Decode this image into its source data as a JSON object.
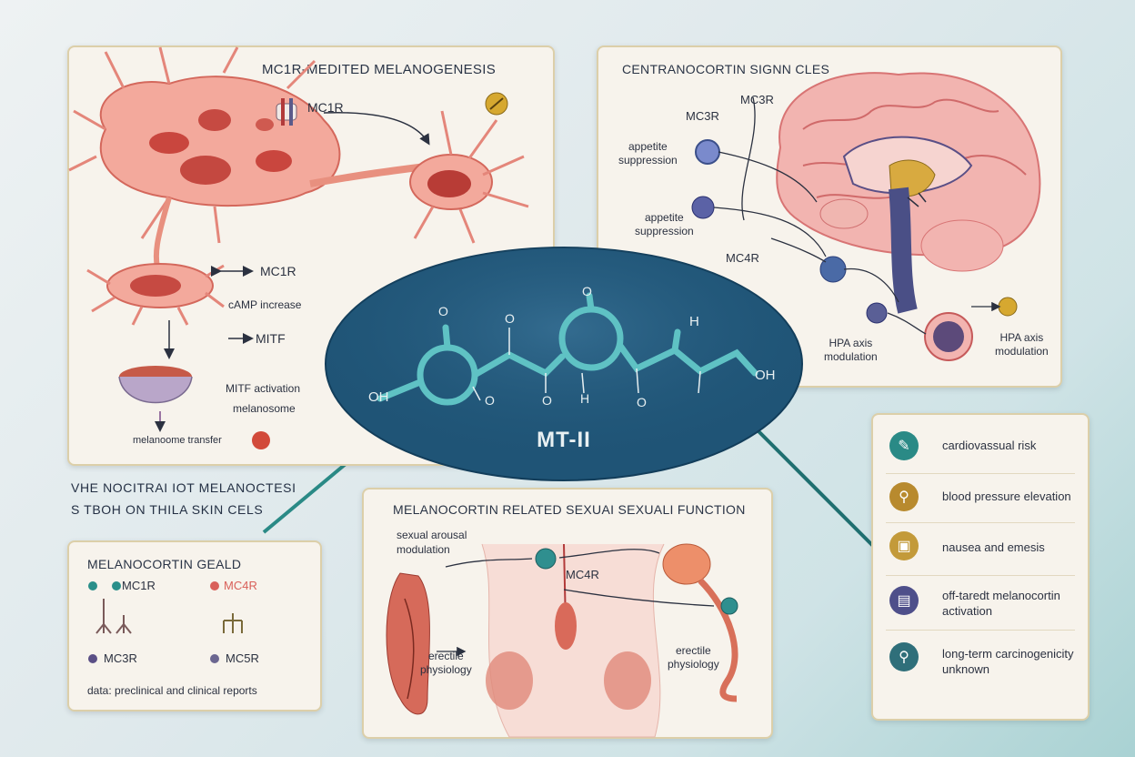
{
  "center": {
    "title": "MT-II",
    "molecule_labels": [
      "OH",
      "OH",
      "O",
      "O",
      "O",
      "O",
      "H",
      "O",
      "O",
      "H"
    ]
  },
  "panel_melanogenesis": {
    "title": "MC1R-MEDITED MELANOGENESIS",
    "labels": {
      "mc1r_top": "MC1R",
      "mc1r_mid": "MC1R",
      "camp": "cAMP increase",
      "mitf": "MITF",
      "mitf_activation": "MITF activation",
      "melanosome": "melanosome",
      "transfer": "melanoome transfer"
    }
  },
  "caption": {
    "line1": "VHE NOCITRAI IOT MELANOCTESI",
    "line2": "S TBOH ON THILA SKIN CELS"
  },
  "panel_legend": {
    "title": "MELANOCORTIN GEALD",
    "items": {
      "mc1r": "MC1R",
      "mc4r": "MC4R",
      "mc3r": "MC3R",
      "mc5r": "MC5R"
    },
    "colors": {
      "mc1r": "#2a8f8a",
      "mc4r": "#d9605a",
      "mc3r": "#5a4f86",
      "mc5r": "#6b6690"
    },
    "footnote": "data: preclinical and clinical reports"
  },
  "panel_central": {
    "title": "CENTRANOCORTIN SIGNN CLES",
    "labels": {
      "mc3r_a": "MC3R",
      "mc3r_b": "MC3R",
      "appetite1": "appetite\nsuppression",
      "appetite2": "appetite\nsuppression",
      "mc4r": "MC4R",
      "hpa1": "HPA axis\nmodulation",
      "hpa2": "HPA axis\nmodulation"
    }
  },
  "panel_sexual": {
    "title": "MELANOCORTIN RELATED SEXUAI SEXUALI FUNCTION",
    "labels": {
      "arousal": "sexual arousal\nmodulation",
      "mc4r": "MC4R",
      "erectile1": "erectile\nphysiology",
      "erectile2": "erectile\nphysiology"
    }
  },
  "panel_risks": {
    "items": [
      {
        "icon": "syringe-icon",
        "color": "#2a8a86",
        "label": "cardiovassual risk"
      },
      {
        "icon": "pressure-gauge-icon",
        "color": "#b88a2e",
        "label": "blood pressure elevation"
      },
      {
        "icon": "monitor-icon",
        "color": "#c39a3a",
        "label": "nausea and emesis"
      },
      {
        "icon": "chart-icon",
        "color": "#4e4f8a",
        "label": "off-taredt melanocortin activation"
      },
      {
        "icon": "location-pin-icon",
        "color": "#2f6f7a",
        "label": "long-term carcinogenicity unknown"
      }
    ]
  }
}
